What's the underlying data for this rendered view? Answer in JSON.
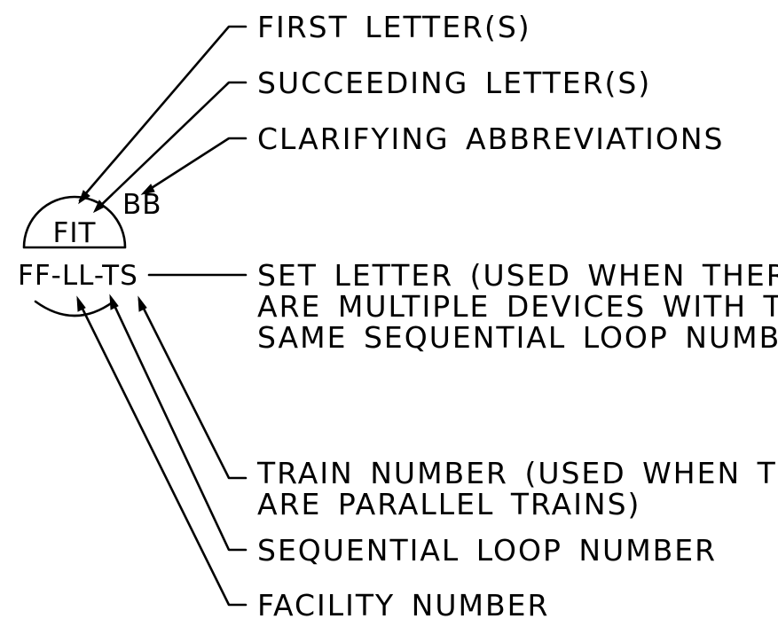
{
  "symbol": {
    "function_letters": "FIT",
    "clarifying_abbreviation": "BB",
    "tag_number": "FF-LL-TS"
  },
  "callouts": {
    "first_letters": "FIRST LETTER(S)",
    "succeeding_letters": "SUCCEEDING LETTER(S)",
    "clarifying_abbreviations": "CLARIFYING ABBREVIATIONS",
    "set_letter": [
      "SET LETTER (USED WHEN THERE",
      "ARE MULTIPLE DEVICES WITH THE",
      "SAME SEQUENTIAL LOOP NUMBER)"
    ],
    "train_number": [
      "TRAIN NUMBER (USED WHEN THERE",
      "ARE PARALLEL TRAINS)"
    ],
    "sequential_loop_number": "SEQUENTIAL LOOP NUMBER",
    "facility_number": "FACILITY NUMBER"
  }
}
